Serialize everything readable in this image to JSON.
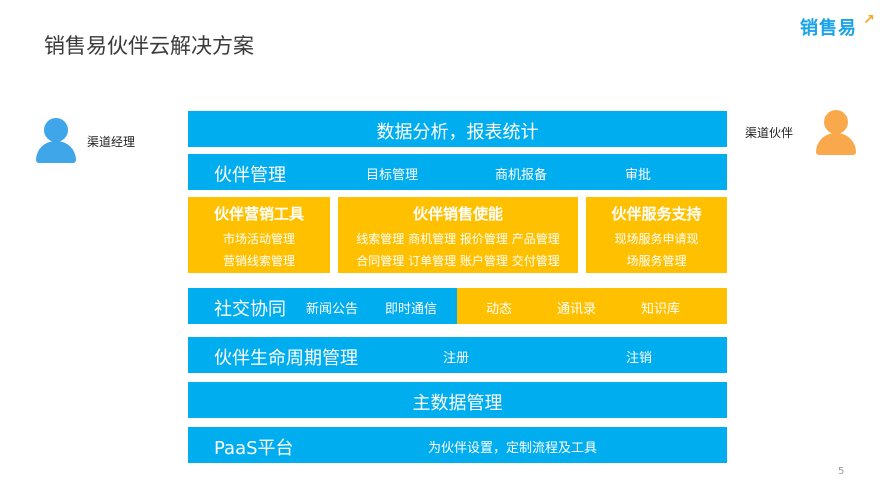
{
  "page_title": "销售易伙伴云解决方案",
  "logo_text": "销售易",
  "left_person": {
    "icon": "user-icon",
    "color": "#3fa6e9",
    "label": "渠道经理"
  },
  "right_person": {
    "icon": "user-icon",
    "color": "#f9a94b",
    "label": "渠道伙伴"
  },
  "colors": {
    "blue": "#00adef",
    "yellow": "#ffc000"
  },
  "layers": {
    "analytics": {
      "title": "数据分析，报表统计"
    },
    "partner_mgmt": {
      "title": "伙伴管理",
      "items": [
        "目标管理",
        "商机报备",
        "审批"
      ]
    },
    "marketing_tools": {
      "title": "伙伴营销工具",
      "lines": [
        "市场活动管理",
        "营销线索管理"
      ]
    },
    "sales_enable": {
      "title": "伙伴销售使能",
      "lines": [
        "线索管理  商机管理  报价管理  产品管理",
        "合同管理  订单管理  账户管理  交付管理"
      ]
    },
    "service_support": {
      "title": "伙伴服务支持",
      "lines": [
        "现场服务申请现",
        "场服务管理"
      ]
    },
    "social": {
      "title": "社交协同",
      "items": [
        "新闻公告",
        "即时通信",
        "动态",
        "通讯录",
        "知识库"
      ]
    },
    "lifecycle": {
      "title": "伙伴生命周期管理",
      "items": [
        "注册",
        "注销"
      ]
    },
    "master_data": {
      "title": "主数据管理"
    },
    "paas": {
      "title": "PaaS平台",
      "desc": "为伙伴设置，定制流程及工具"
    }
  },
  "page_number": "5"
}
